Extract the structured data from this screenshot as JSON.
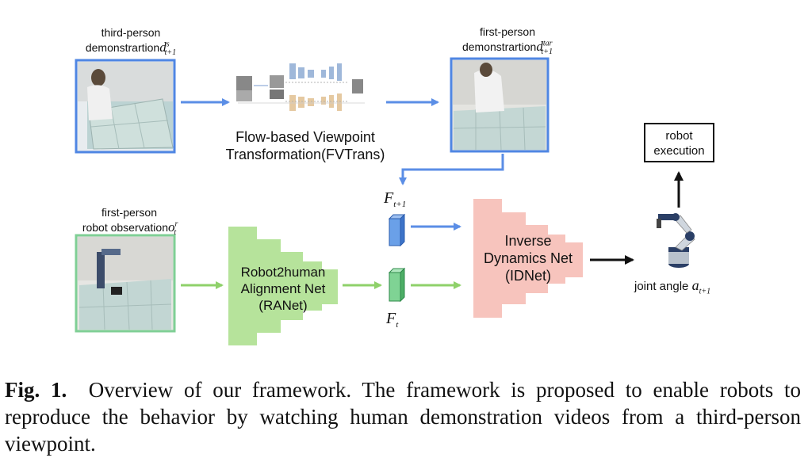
{
  "top_left": {
    "label_line1": "third-person",
    "label_line2": "demonstrartion",
    "var_main": "d",
    "var_sup": "s",
    "var_sub": "t+1"
  },
  "top_right": {
    "label_line1": "first-person",
    "label_line2": "demonstrartion",
    "var_main": "d",
    "var_sup": "tar",
    "var_sub": "t+1"
  },
  "fvtrans": {
    "line1": "Flow-based Viewpoint",
    "line2": "Transformation(FVTrans)"
  },
  "bottom_left": {
    "label_line1": "first-person",
    "label_line2": "robot observation",
    "var_main": "o",
    "var_sup": "r",
    "var_sub": "t"
  },
  "ranet": {
    "line1": "Robot2human",
    "line2": "Alignment Net",
    "line3": "(RANet)"
  },
  "features": {
    "top_main": "F",
    "top_sub": "t+1",
    "bottom_main": "F",
    "bottom_sub": "t"
  },
  "idnet": {
    "line1": "Inverse",
    "line2": "Dynamics Net",
    "line3": "(IDNet)"
  },
  "robot_box": {
    "line1": "robot",
    "line2": "execution"
  },
  "joint": {
    "label": "joint angle",
    "var_main": "a",
    "var_sub": "t+1"
  },
  "caption": {
    "prefix": "Fig. 1.",
    "text": "Overview of our framework. The framework is proposed to enable robots to reproduce the behavior by watching human demonstration videos from a third-person viewpoint."
  },
  "colors": {
    "blue_arrow": "#5b8ee6",
    "green_arrow": "#8fd16a",
    "green_block": "#b6e39b",
    "pink_block": "#f7c4bd",
    "blue_feature": "#6aa0e8",
    "green_feature": "#7fd394"
  }
}
